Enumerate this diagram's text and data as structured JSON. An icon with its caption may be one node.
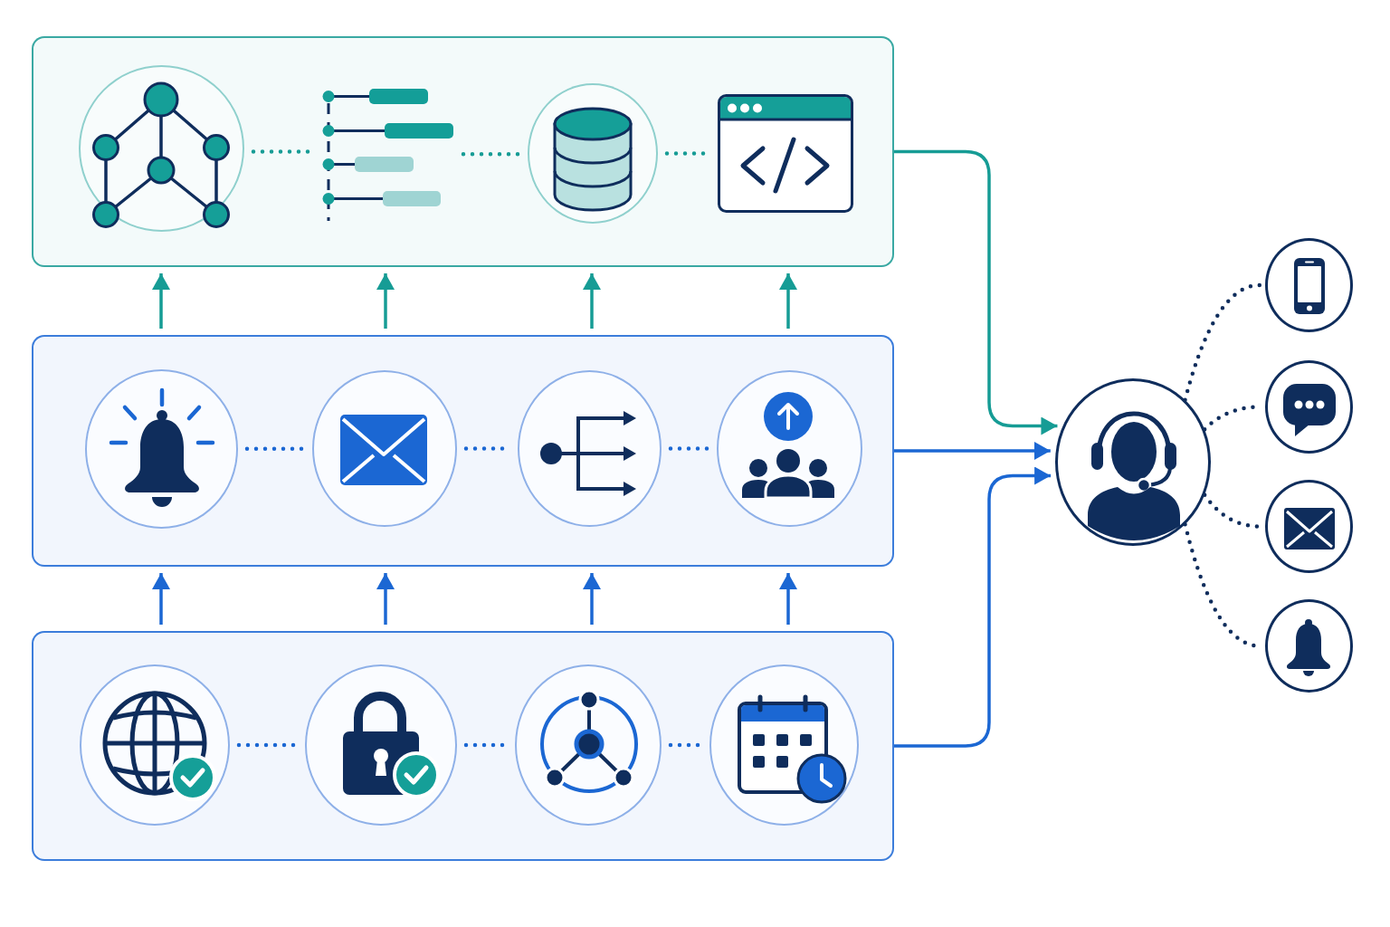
{
  "diagram": {
    "nodes": [
      {
        "text": [],
        "shape": "box"
      },
      {
        "text": [],
        "shape": "circle",
        "in": 0
      },
      {
        "text": [],
        "shape": "picture",
        "in": 0
      },
      {
        "text": [],
        "shape": "circle",
        "in": 0
      },
      {
        "text": [],
        "shape": "picture",
        "in": 0
      },
      {
        "text": [],
        "shape": "box"
      },
      {
        "text": [],
        "shape": "circle",
        "in": 5
      },
      {
        "text": [],
        "shape": "circle",
        "in": 5
      },
      {
        "text": [],
        "shape": "circle",
        "in": 5
      },
      {
        "text": [],
        "shape": "circle",
        "in": 5
      },
      {
        "text": [],
        "shape": "box"
      },
      {
        "text": [],
        "shape": "circle",
        "in": 10
      },
      {
        "text": [],
        "shape": "circle",
        "in": 10
      },
      {
        "text": [],
        "shape": "circle",
        "in": 10
      },
      {
        "text": [],
        "shape": "circle",
        "in": 10
      },
      {
        "text": [],
        "shape": "circle"
      },
      {
        "text": [],
        "shape": "circle"
      },
      {
        "text": [],
        "shape": "circle"
      },
      {
        "text": [],
        "shape": "circle"
      },
      {
        "text": [],
        "shape": "circle"
      }
    ],
    "edges": [
      {
        "from": 1,
        "to": 2,
        "arrow": "none",
        "style": "dashed",
        "color": "#169c95"
      },
      {
        "from": 2,
        "to": 3,
        "arrow": "none",
        "style": "dashed",
        "color": "#169c95"
      },
      {
        "from": 3,
        "to": 4,
        "arrow": "none",
        "style": "dashed",
        "color": "#169c95"
      },
      {
        "from": 6,
        "to": 7,
        "arrow": "none",
        "style": "dashed"
      },
      {
        "from": 7,
        "to": 8,
        "arrow": "none",
        "style": "dashed"
      },
      {
        "from": 8,
        "to": 9,
        "arrow": "none",
        "style": "dashed"
      },
      {
        "from": 11,
        "to": 12,
        "arrow": "none",
        "style": "dashed"
      },
      {
        "from": 12,
        "to": 13,
        "arrow": "none",
        "style": "dashed"
      },
      {
        "from": 13,
        "to": 14,
        "arrow": "none",
        "style": "dashed"
      },
      {
        "from": 5,
        "to": 0,
        "arrow": "to",
        "color": "#169c95"
      },
      {
        "from": 5,
        "to": 0,
        "arrow": "to",
        "color": "#169c95"
      },
      {
        "from": 5,
        "to": 0,
        "arrow": "to",
        "color": "#169c95"
      },
      {
        "from": 5,
        "to": 0,
        "arrow": "to",
        "color": "#169c95"
      },
      {
        "from": 10,
        "to": 5,
        "arrow": "to"
      },
      {
        "from": 10,
        "to": 5,
        "arrow": "to"
      },
      {
        "from": 10,
        "to": 5,
        "arrow": "to"
      },
      {
        "from": 10,
        "to": 5,
        "arrow": "to"
      },
      {
        "from": 0,
        "to": 15,
        "arrow": "to",
        "color": "#169c95"
      },
      {
        "from": 5,
        "to": 15,
        "arrow": "to"
      },
      {
        "from": 10,
        "to": 15,
        "arrow": "to"
      },
      {
        "from": 15,
        "to": 16,
        "arrow": "none",
        "style": "dashed",
        "color": "#0f2d5c"
      },
      {
        "from": 15,
        "to": 17,
        "arrow": "none",
        "style": "dashed",
        "color": "#0f2d5c"
      },
      {
        "from": 15,
        "to": 18,
        "arrow": "none",
        "style": "dashed",
        "color": "#0f2d5c"
      },
      {
        "from": 15,
        "to": 19,
        "arrow": "none",
        "style": "dashed",
        "color": "#0f2d5c"
      }
    ]
  }
}
